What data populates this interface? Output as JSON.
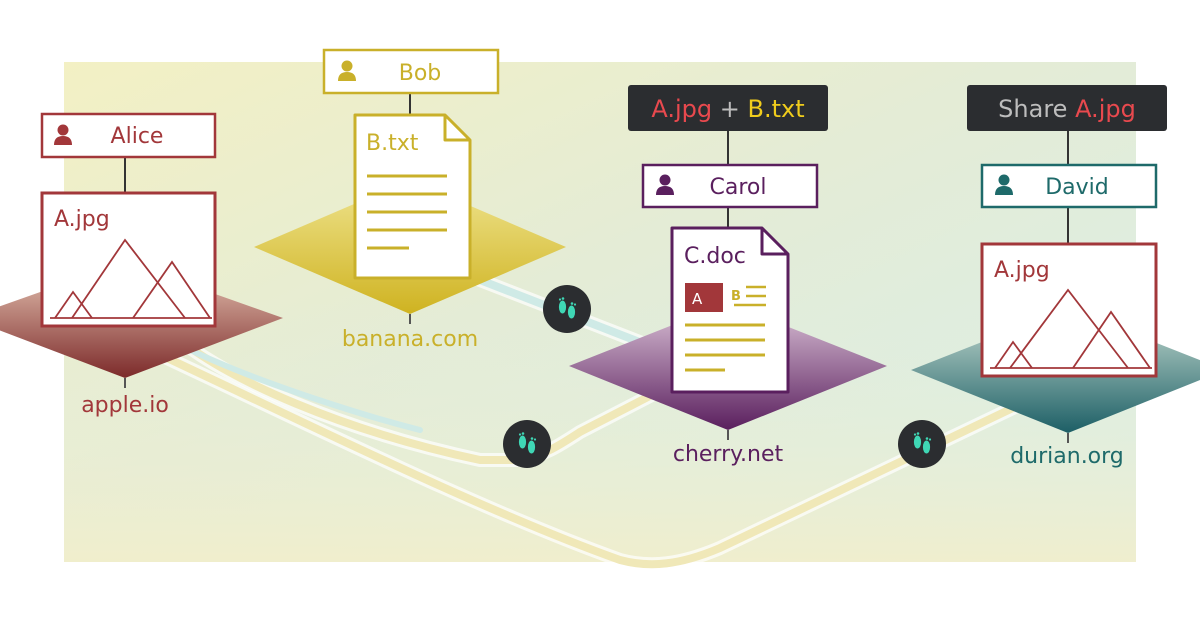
{
  "colors": {
    "alice": "#a2373a",
    "bob": "#c9b02a",
    "carol": "#5a1f5e",
    "david": "#1e6a6a",
    "footprint": "#3fd7b5",
    "tooltip_bg": "#2b2d30"
  },
  "users": {
    "alice": {
      "name": "Alice",
      "icon": "person-icon"
    },
    "bob": {
      "name": "Bob",
      "icon": "person-icon"
    },
    "carol": {
      "name": "Carol",
      "icon": "person-icon"
    },
    "david": {
      "name": "David",
      "icon": "person-icon"
    }
  },
  "domains": {
    "alice": "apple.io",
    "bob": "banana.com",
    "carol": "cherry.net",
    "david": "durian.org"
  },
  "files": {
    "alice": {
      "name": "A.jpg",
      "kind": "image"
    },
    "bob": {
      "name": "B.txt",
      "kind": "text"
    },
    "carol": {
      "name": "C.doc",
      "kind": "document",
      "block_a": "A",
      "block_b": "B"
    },
    "david": {
      "name": "A.jpg",
      "kind": "image"
    }
  },
  "tooltips": {
    "carol": {
      "part1": "A.jpg",
      "plus": " + ",
      "part2": "B.txt"
    },
    "david": {
      "prefix": "Share ",
      "file": "A.jpg"
    }
  }
}
